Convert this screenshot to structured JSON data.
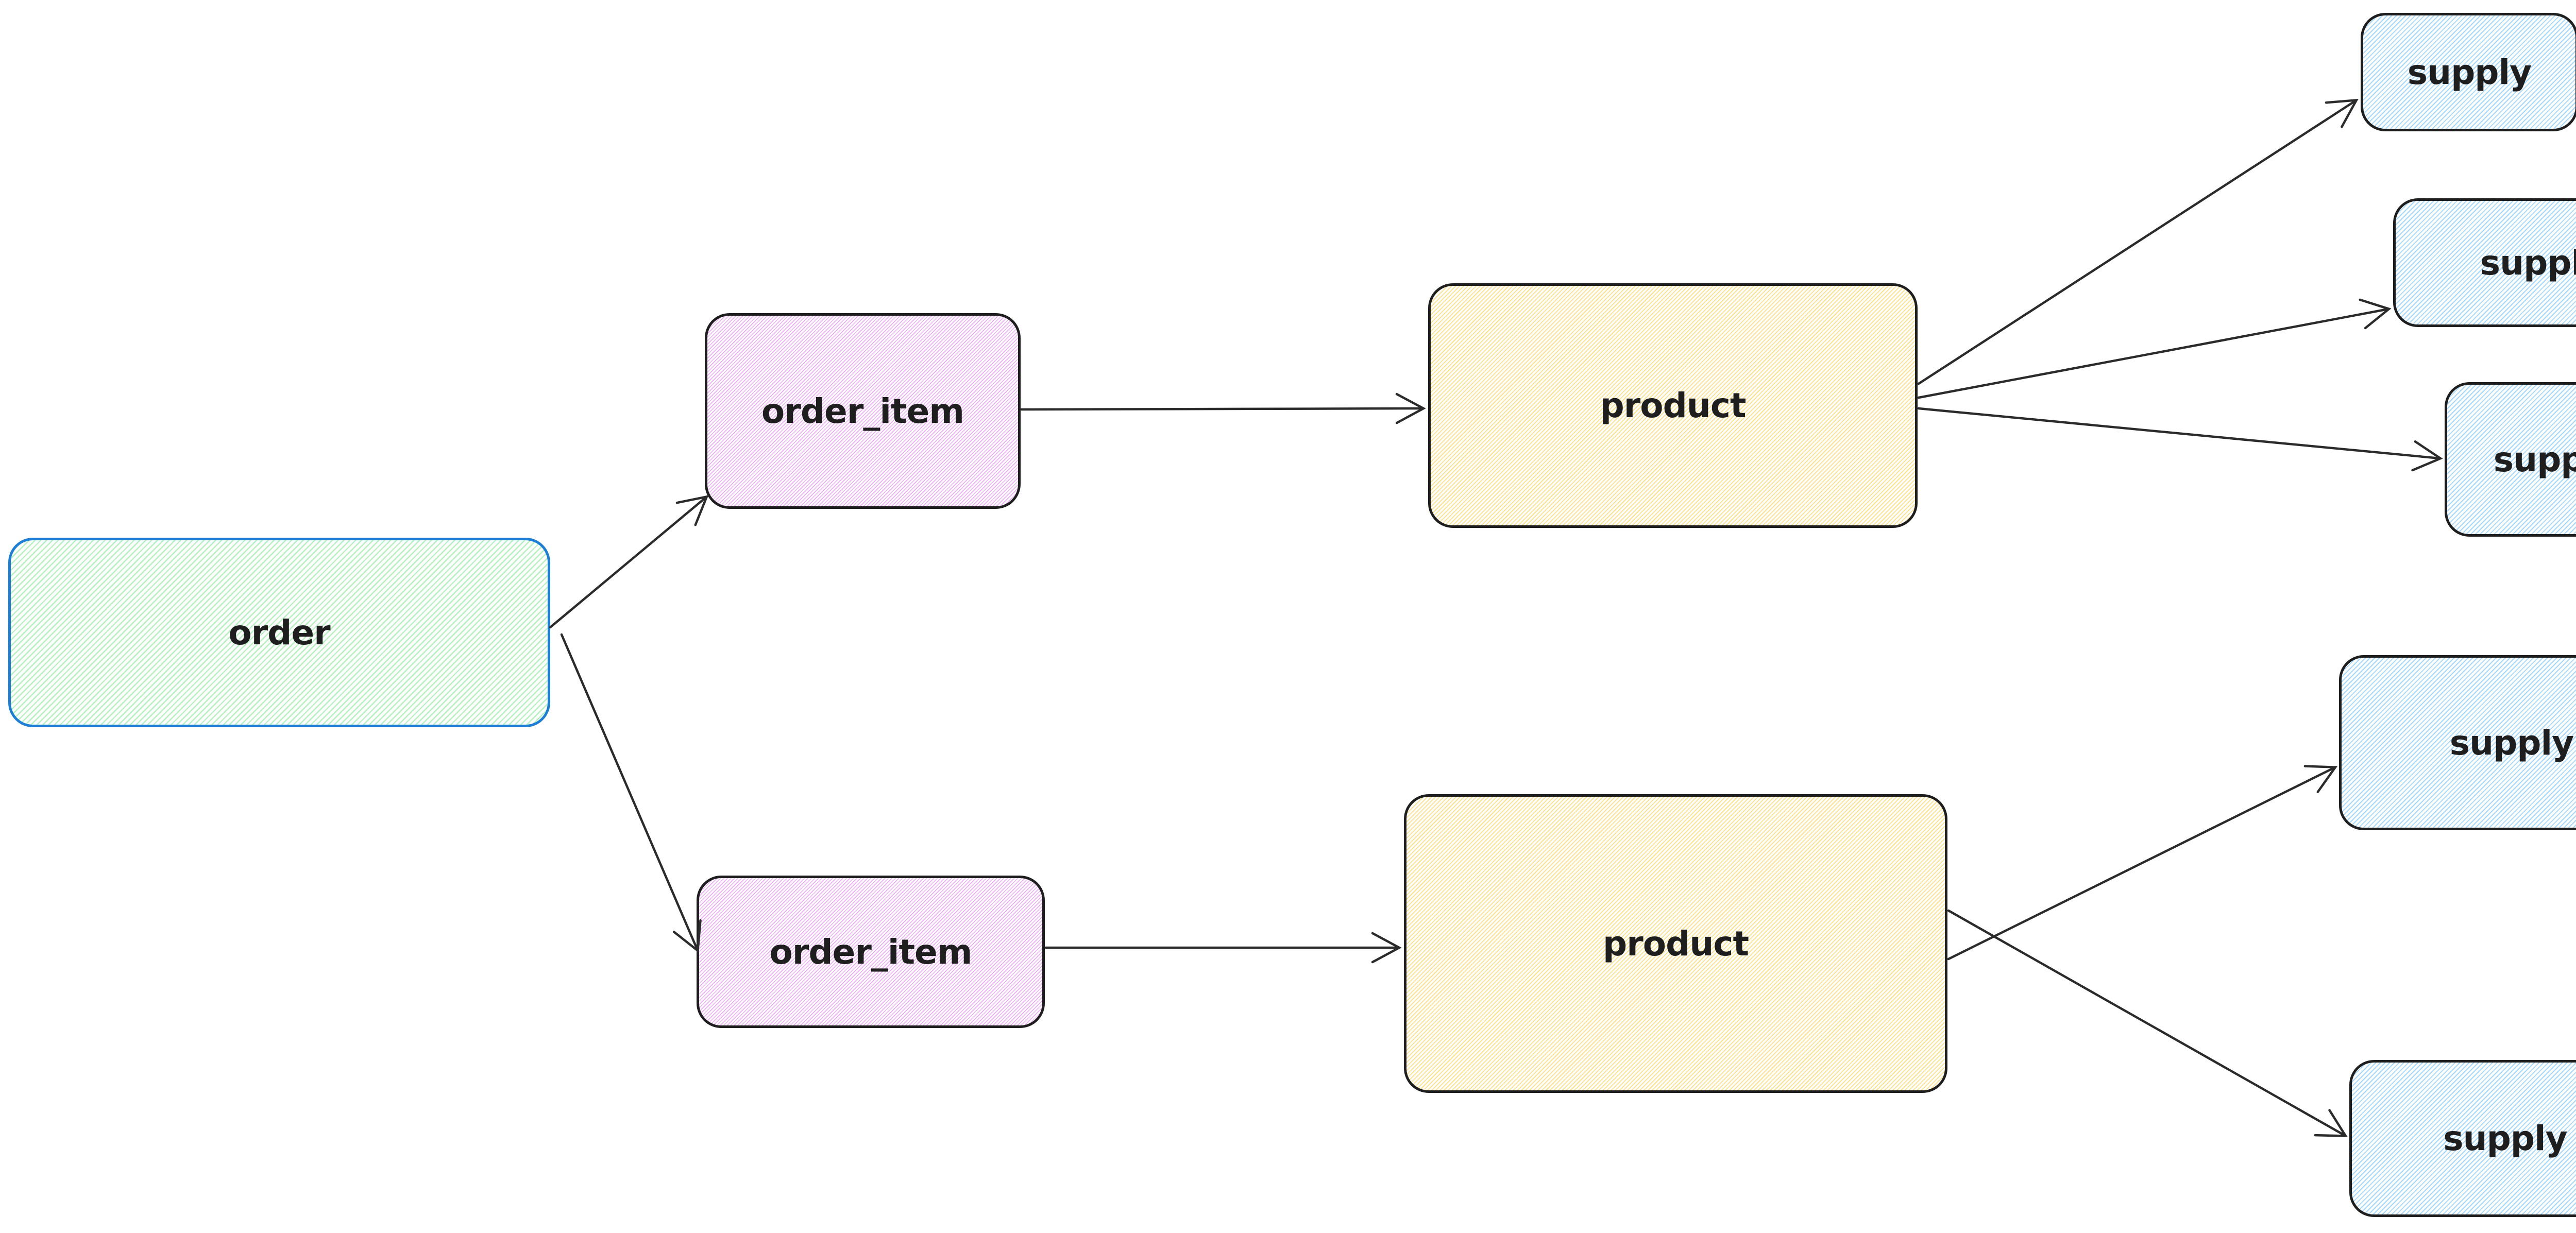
{
  "app": {
    "type": "whiteboard-diagram",
    "background": "#ffffff"
  },
  "palette": {
    "order_border": "#1c7ed6",
    "dark_border": "#1e1e1e",
    "arrow_stroke": "#2b2b2b",
    "text_color": "#1e1e1e",
    "order_hachure": "#b2f2bb",
    "order_item_hachure": "#eeacf8",
    "product_hachure": "#ffe18a",
    "supply_hachure": "#a5d8ff"
  },
  "nodes": [
    {
      "id": "order",
      "label": "order",
      "fill": "green-hachure",
      "border": "#1c7ed6"
    },
    {
      "id": "order_item_1",
      "label": "order_item",
      "fill": "violet-hachure",
      "border": "#1e1e1e"
    },
    {
      "id": "order_item_2",
      "label": "order_item",
      "fill": "violet-hachure",
      "border": "#1e1e1e"
    },
    {
      "id": "product_1",
      "label": "product",
      "fill": "yellow-hachure",
      "border": "#1e1e1e"
    },
    {
      "id": "product_2",
      "label": "product",
      "fill": "yellow-hachure",
      "border": "#1e1e1e"
    },
    {
      "id": "supply_1",
      "label": "supply",
      "fill": "blue-hachure",
      "border": "#1e1e1e"
    },
    {
      "id": "supply_2",
      "label": "supply",
      "fill": "blue-hachure",
      "border": "#1e1e1e"
    },
    {
      "id": "supply_3",
      "label": "supply",
      "fill": "blue-hachure",
      "border": "#1e1e1e"
    },
    {
      "id": "supply_4",
      "label": "supply",
      "fill": "blue-hachure",
      "border": "#1e1e1e"
    },
    {
      "id": "supply_5",
      "label": "supply",
      "fill": "blue-hachure",
      "border": "#1e1e1e"
    }
  ],
  "edges": [
    {
      "from": "order",
      "to": "order_item_1"
    },
    {
      "from": "order",
      "to": "order_item_2"
    },
    {
      "from": "order_item_1",
      "to": "product_1"
    },
    {
      "from": "order_item_2",
      "to": "product_2"
    },
    {
      "from": "product_1",
      "to": "supply_1"
    },
    {
      "from": "product_1",
      "to": "supply_2"
    },
    {
      "from": "product_1",
      "to": "supply_3"
    },
    {
      "from": "product_2",
      "to": "supply_4"
    },
    {
      "from": "product_2",
      "to": "supply_5"
    }
  ]
}
